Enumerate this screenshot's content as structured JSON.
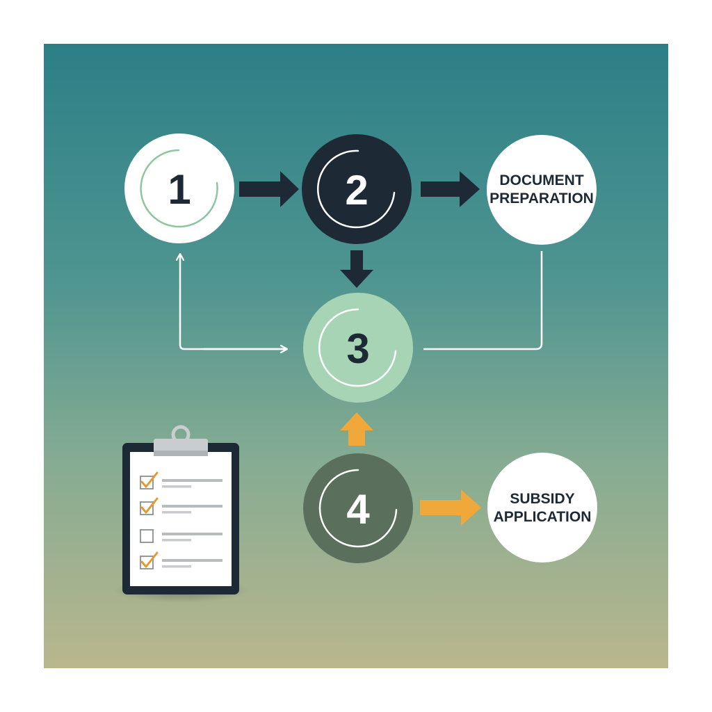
{
  "steps": [
    {
      "id": "1",
      "label": "1"
    },
    {
      "id": "2",
      "label": "2"
    },
    {
      "id": "3",
      "label": "3"
    },
    {
      "id": "4",
      "label": "4"
    }
  ],
  "document_node": {
    "line1": "DOCUMENT",
    "line2": "PREPARATION"
  },
  "subsidy_node": {
    "line1": "SUBSIDY",
    "line2": "APPLICATION"
  },
  "colors": {
    "navy": "#1d2a35",
    "mint": "#a8d4b6",
    "olive": "#5a6f5c",
    "orange": "#f0a83a",
    "white": "#ffffff",
    "ring_green": "#8fc4a0"
  },
  "icons": {
    "clipboard": "checklist-clipboard-icon"
  }
}
